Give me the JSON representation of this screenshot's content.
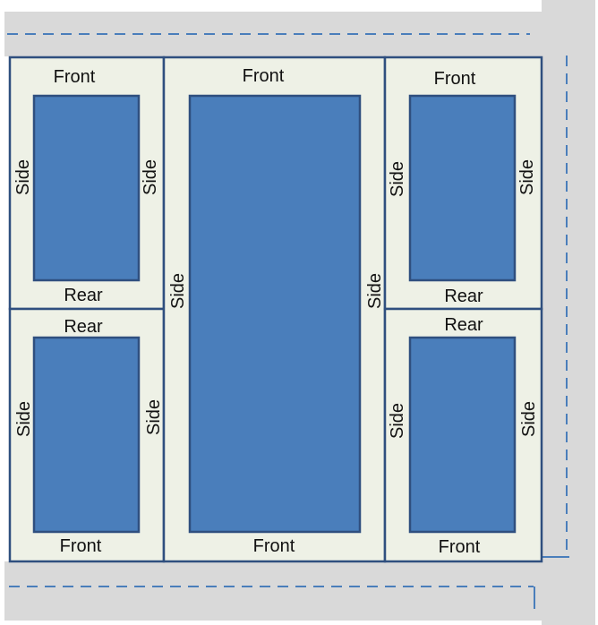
{
  "colors": {
    "aisle": "#d9d9d9",
    "cell_fill": "#eef1e6",
    "block_fill": "#4a7ebb",
    "stroke": "#2f4f7f",
    "dashed_line": "#4a7ebb",
    "label_text": "#111111"
  },
  "sections": {
    "top_left": {
      "top": "Front",
      "bottom": "Rear",
      "left": "Side",
      "right": "Side"
    },
    "bottom_left": {
      "top": "Rear",
      "bottom": "Front",
      "left": "Side",
      "right": "Side"
    },
    "center": {
      "top": "Front",
      "bottom": "Front",
      "left": "Side",
      "right": "Side"
    },
    "top_right": {
      "top": "Front",
      "bottom": "Rear",
      "left": "Side",
      "right": "Side"
    },
    "bottom_right": {
      "top": "Rear",
      "bottom": "Front",
      "left": "Side",
      "right": "Side"
    }
  }
}
